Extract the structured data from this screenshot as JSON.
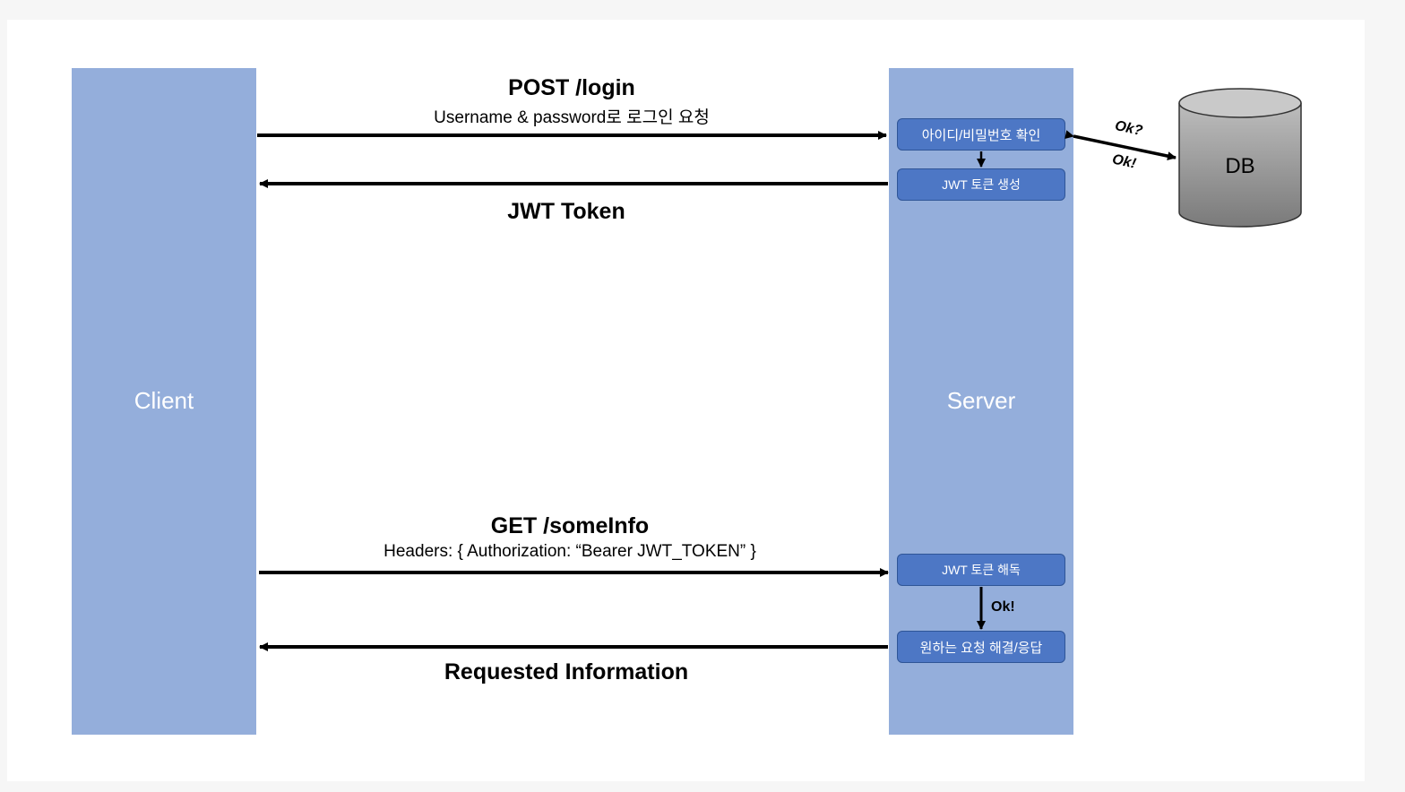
{
  "client": {
    "label": "Client"
  },
  "server": {
    "label": "Server",
    "steps": {
      "verify_credentials": "아이디/비밀번호 확인",
      "create_token": "JWT 토큰 생성",
      "decode_token": "JWT 토큰 해독",
      "resolve_request": "원하는 요청 해결/응답"
    }
  },
  "database": {
    "label": "DB",
    "query": "Ok?",
    "reply": "Ok!"
  },
  "messages": {
    "login_request": {
      "title": "POST /login",
      "subtitle": "Username & password로 로그인 요청"
    },
    "token_response": {
      "title": "JWT Token"
    },
    "info_request": {
      "title": "GET /someInfo",
      "subtitle": "Headers: { Authorization: “Bearer JWT_TOKEN” }"
    },
    "info_response": {
      "title": "Requested Information"
    }
  },
  "decode_ok": "Ok!",
  "colors": {
    "lane": "#94aedb",
    "step_box": "#4d77c5",
    "step_border": "#2f5597",
    "arrow": "#000000",
    "db_fill": "#8c8c8c"
  }
}
